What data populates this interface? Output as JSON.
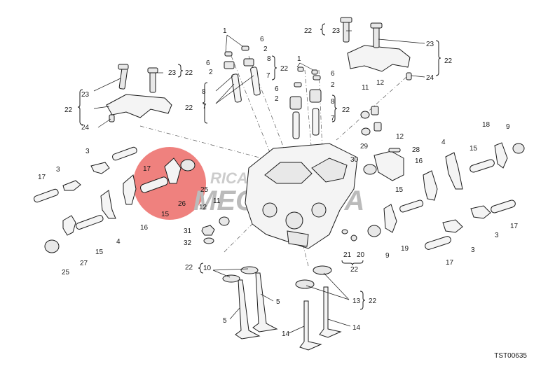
{
  "drawing_code": "TST00635",
  "watermark": {
    "line1": "RICAMBI",
    "line2": "MECCANICA",
    "color_red": "#e53935",
    "color_gray": "#9e9e9e"
  },
  "callouts": {
    "c1a": "1",
    "c6a": "6",
    "c2a": "2",
    "c8a": "8",
    "c6b": "6",
    "c2b": "2",
    "c7a": "7",
    "c22a": "22",
    "c8b": "8",
    "c22b": "22",
    "c7b": "7",
    "c1b": "1",
    "c6c": "6",
    "c2c": "2",
    "c6d": "6",
    "c2d": "2",
    "c8c": "8",
    "c7c": "7",
    "c22c": "22",
    "c23a": "23",
    "c22d": "22",
    "c23b": "23",
    "c22e": "22",
    "c24a": "24",
    "c22f": "22",
    "c23c": "23",
    "c23d": "23",
    "c22g": "22",
    "c24b": "24",
    "c11a": "11",
    "c12a": "12",
    "c12b": "12",
    "c3a": "3",
    "c17a": "17",
    "c17b": "17",
    "c3b": "3",
    "c25a": "25",
    "c26": "26",
    "c15a": "15",
    "c16a": "16",
    "c4a": "4",
    "c12c": "12",
    "c11b": "11",
    "c27": "27",
    "c15b": "15",
    "c25b": "25",
    "c31": "31",
    "c32": "32",
    "c29": "29",
    "c28": "28",
    "c30": "30",
    "c18": "18",
    "c9a": "9",
    "c4b": "4",
    "c15c": "15",
    "c16b": "16",
    "c15d": "15",
    "c19": "19",
    "c9b": "9",
    "c21": "21",
    "c20": "20",
    "c22h": "22",
    "c3c": "3",
    "c17c": "17",
    "c3d": "3",
    "c17d": "17",
    "c22i": "22",
    "c10": "10",
    "c5a": "5",
    "c5b": "5",
    "c13": "13",
    "c22j": "22",
    "c14a": "14",
    "c14b": "14"
  }
}
